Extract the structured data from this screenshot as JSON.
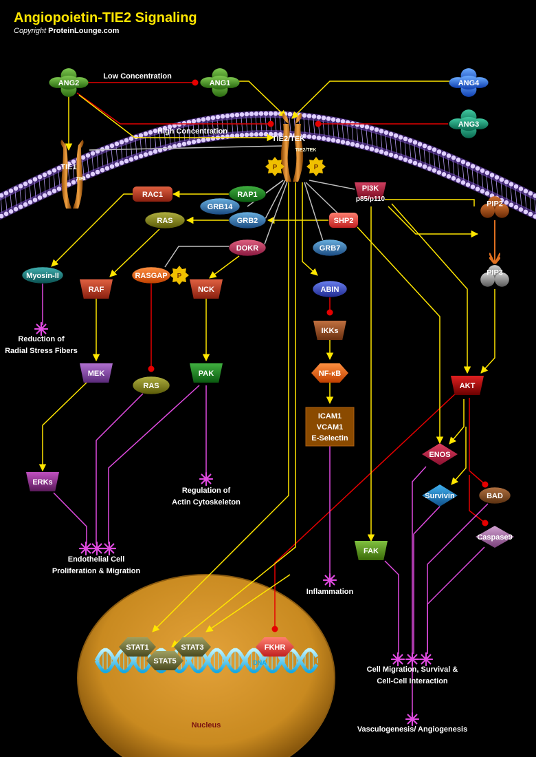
{
  "title": "Angiopoietin-TIE2 Signaling",
  "copyright_prefix": "Copyright ",
  "copyright_site": "ProteinLounge.com",
  "labels": {
    "low_concentration": "Low Concentration",
    "high_concentration": "High Concentration",
    "receptor_tie2": "TIE2/TEK",
    "receptor_tie2_small": "TIE2/TEK",
    "receptor_tie1": "TIE1",
    "receptor_tie1_small": "TIE1",
    "phospho": "P",
    "dna": "DNA",
    "nucleus": "Nucleus"
  },
  "nodes": {
    "ang2": "ANG2",
    "ang1": "ANG1",
    "ang4": "ANG4",
    "ang3": "ANG3",
    "rac1": "RAC1",
    "rap1": "RAP1",
    "grb14": "GRB14",
    "grb2": "GRB2",
    "ras_top": "RAS",
    "pi3k": "PI3K",
    "pi3k_sub": "p85/p110",
    "shp2": "SHP2",
    "pip2": "PIP2",
    "dokr": "DOKR",
    "grb7": "GRB7",
    "myosin": "Myosin-II",
    "raf": "RAF",
    "rasgap": "RASGAP",
    "nck": "NCK",
    "abin": "ABIN",
    "pip3": "PIP3",
    "ikks": "IKKs",
    "mek": "MEK",
    "ras_low": "RAS",
    "pak": "PAK",
    "nfkb": "NF-κB",
    "akt": "AKT",
    "erks": "ERKs",
    "enos": "ENOS",
    "survivin": "Survivin",
    "bad": "BAD",
    "caspase9": "Caspase9",
    "fak": "FAK",
    "stat1": "STAT1",
    "stat3": "STAT3",
    "stat5": "STAT5",
    "fkhr": "FKHR",
    "icam1": "ICAM1",
    "vcam1": "VCAM1",
    "eselectin": "E-Selectin"
  },
  "outcomes": {
    "stress_fibers_1": "Reduction of",
    "stress_fibers_2": "Radial Stress Fibers",
    "actin_1": "Regulation of",
    "actin_2": "Actin Cytoskeleton",
    "prolif_1": "Endothelial Cell",
    "prolif_2": "Proliferation & Migration",
    "inflammation": "Inflammation",
    "migration_1": "Cell Migration, Survival &",
    "migration_2": "Cell-Cell Interaction",
    "angio": "Vasculogenesis/ Angiogenesis"
  },
  "colors": {
    "activation": "#ffe600",
    "inhibition": "#e60000",
    "outcome": "#e04be0",
    "association": "#bfbfbf",
    "title": "#ffe600"
  }
}
